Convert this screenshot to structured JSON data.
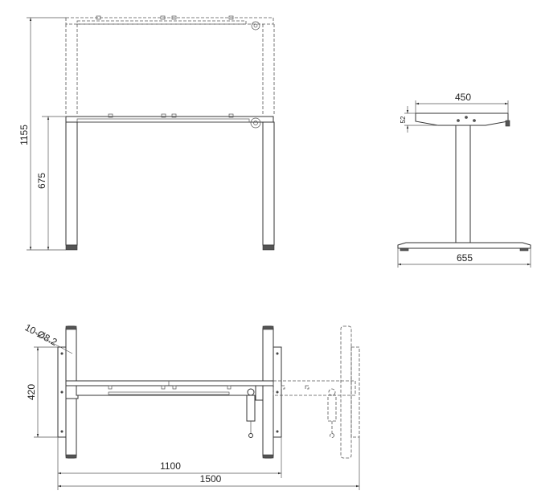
{
  "dimensions": {
    "max_height": "1155",
    "min_height": "675",
    "top_width": "450",
    "top_thickness": "52",
    "foot_length": "655",
    "foot_depth": "420",
    "hole_spec": "10-Ø8.2",
    "min_width": "1100",
    "max_width": "1500"
  }
}
